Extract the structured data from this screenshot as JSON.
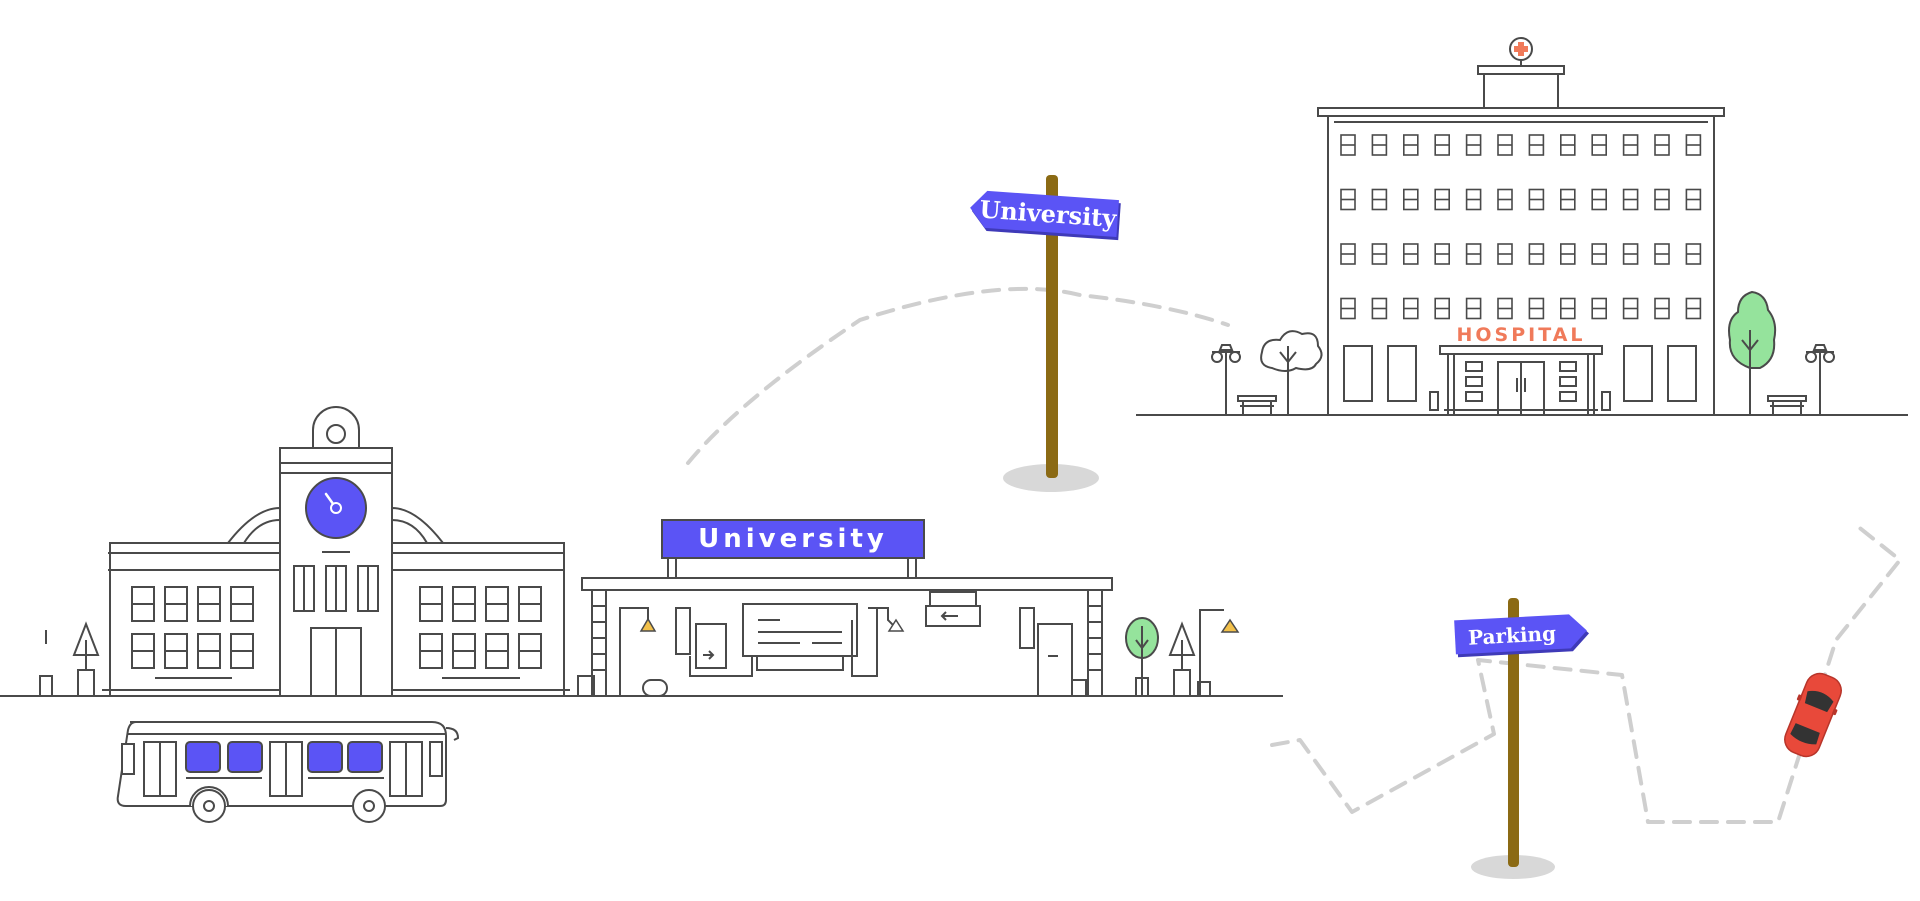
{
  "colors": {
    "line": "#4a4a4a",
    "accent": "#5b54f5",
    "hospital_red": "#f07a5a",
    "pole": "#8b6a14",
    "shadow": "#d8d8d8",
    "path": "#cfcfcf",
    "tree_green": "#95e39c",
    "lamp_yellow": "#f2c04a",
    "car_red": "#e8493a"
  },
  "signs": {
    "university_post": "University",
    "university_banner": "University",
    "parking_post": "Parking",
    "hospital": "HOSPITAL"
  },
  "icons": [
    "clock-icon",
    "medical-cross-icon",
    "car-icon",
    "bus-icon",
    "tree-icon",
    "street-lamp-icon",
    "bench-icon"
  ]
}
